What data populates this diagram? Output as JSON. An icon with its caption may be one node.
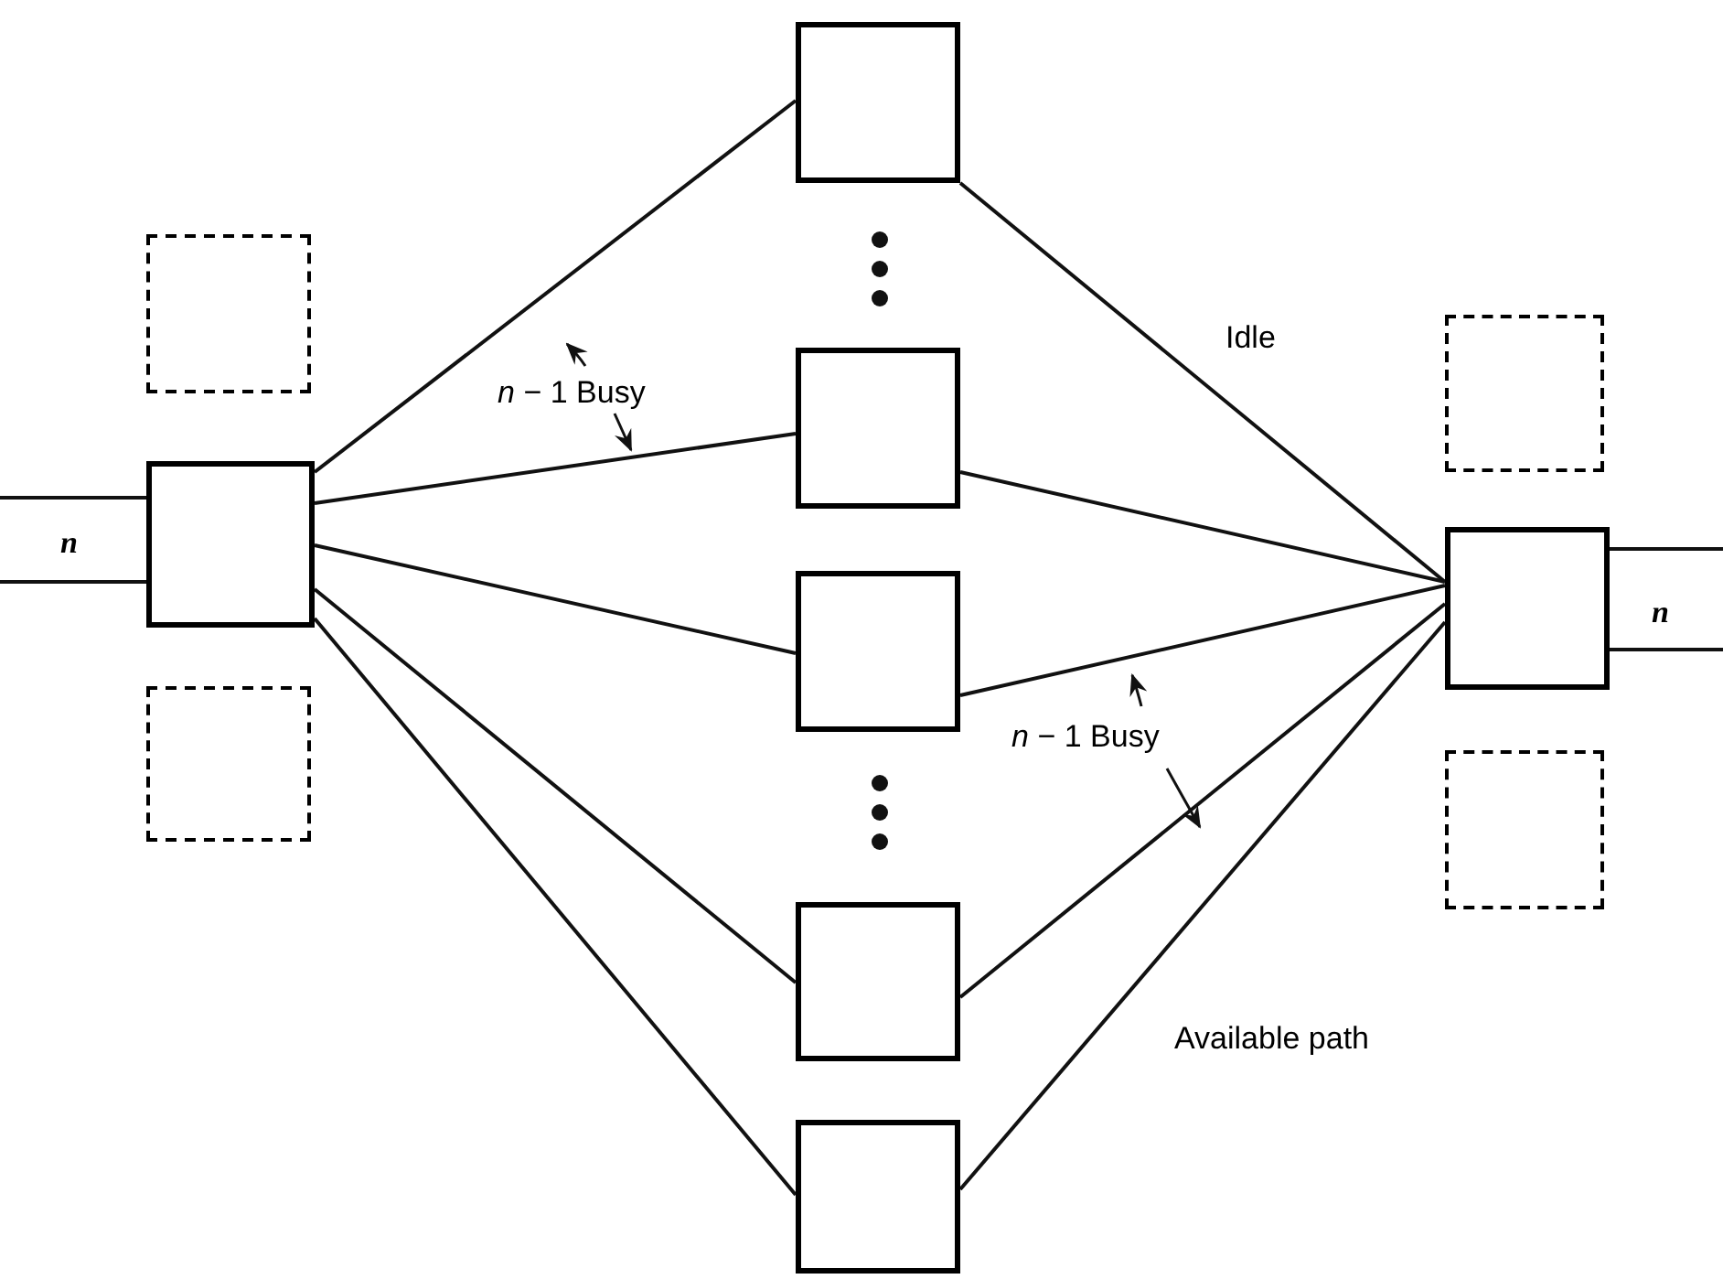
{
  "diagram": {
    "nodes": [
      {
        "text": [],
        "shape": "box"
      },
      {
        "text": [],
        "shape": "box"
      },
      {
        "text": [],
        "shape": "box"
      },
      {
        "text": [],
        "shape": "box"
      },
      {
        "text": [],
        "shape": "box"
      },
      {
        "text": [],
        "shape": "box"
      },
      {
        "text": [],
        "shape": "box"
      },
      {
        "text": [],
        "shape": "box"
      },
      {
        "text": [],
        "shape": "box"
      },
      {
        "text": [],
        "shape": "box"
      },
      {
        "text": [],
        "shape": "box"
      }
    ],
    "edges": [
      {
        "from": null,
        "to": 1,
        "arrow": "none"
      },
      {
        "from": null,
        "to": 1,
        "arrow": "none"
      },
      {
        "from": 1,
        "to": 3,
        "arrow": "none"
      },
      {
        "from": 1,
        "to": 4,
        "arrow": "none"
      },
      {
        "from": 1,
        "to": 5,
        "arrow": "none"
      },
      {
        "from": 1,
        "to": 6,
        "arrow": "none"
      },
      {
        "from": 1,
        "to": 7,
        "arrow": "none"
      },
      {
        "from": 3,
        "to": 9,
        "arrow": "none",
        "label": "Idle"
      },
      {
        "from": 4,
        "to": 9,
        "arrow": "none"
      },
      {
        "from": 5,
        "to": 9,
        "arrow": "none"
      },
      {
        "from": 6,
        "to": 9,
        "arrow": "none"
      },
      {
        "from": 7,
        "to": 9,
        "arrow": "none",
        "label": "Available path"
      },
      {
        "from": 9,
        "to": null,
        "arrow": "none"
      },
      {
        "from": 9,
        "to": null,
        "arrow": "none"
      }
    ],
    "labels": [
      "*n* − 1 Busy",
      "n",
      "n",
      "*n* − 1 Busy"
    ]
  }
}
